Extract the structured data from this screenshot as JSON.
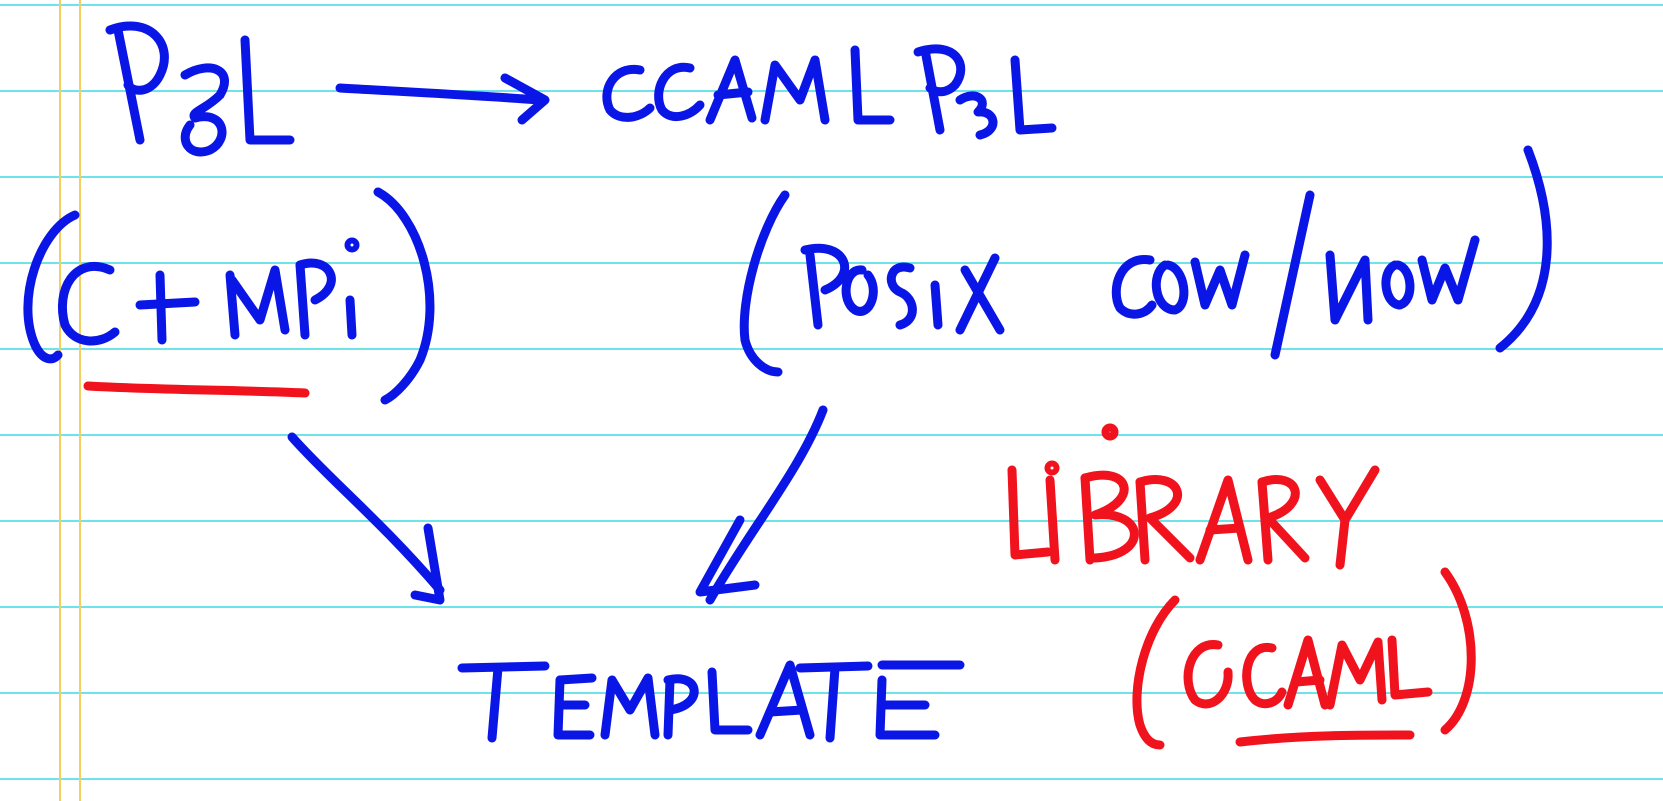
{
  "colors": {
    "paper": "#ffffff",
    "rule_line": "#6fe3ea",
    "margin_line": "#f3cf61",
    "blue_ink": "#0a16e6",
    "red_ink": "#f0121d"
  },
  "note": {
    "title_left": "PBL",
    "title_right": "OCAML PBL",
    "left_group": "(C+ MPi)",
    "right_group": "(POSIX COW/NOW)",
    "bottom_center": "TEMPLATE",
    "library_label": "LIBRARY",
    "library_sub": "(OCAML)"
  }
}
